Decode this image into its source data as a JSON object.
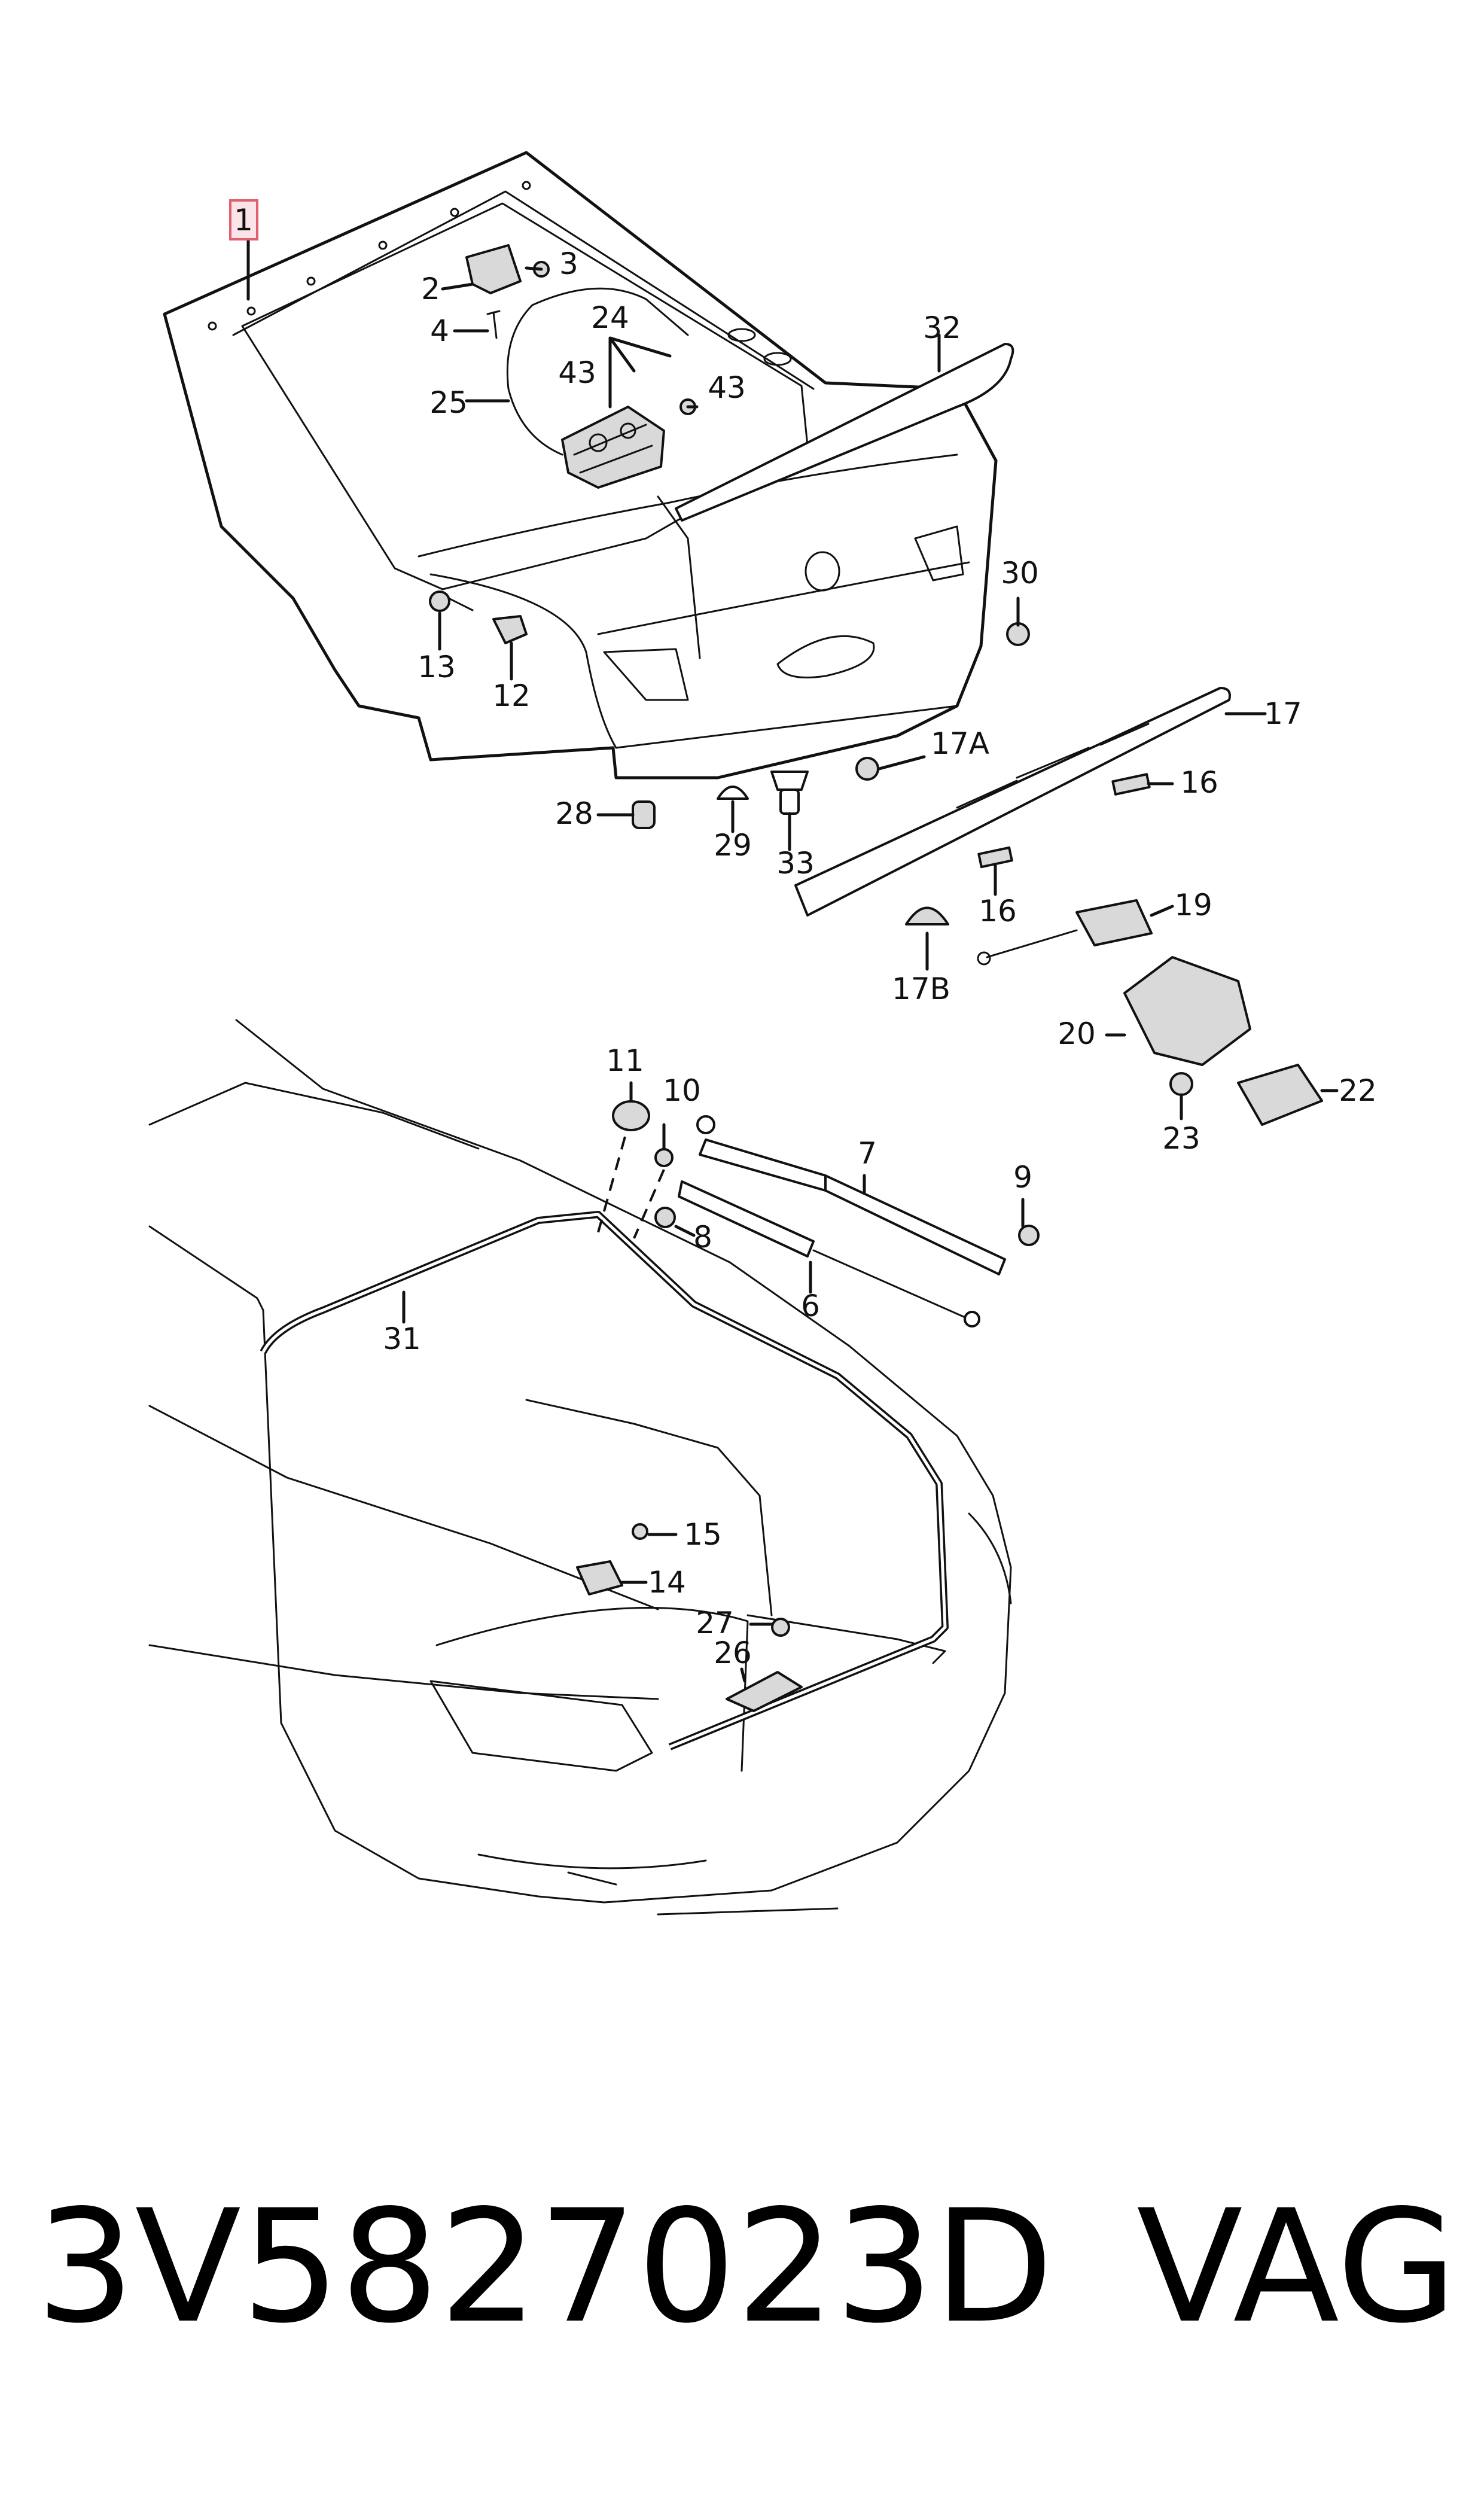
{
  "callouts": {
    "c1": "1",
    "c2": "2",
    "c3": "3",
    "c4": "4",
    "c24": "24",
    "c43a": "43",
    "c43b": "43",
    "c25": "25",
    "c32": "32",
    "c30": "30",
    "c13": "13",
    "c12": "12",
    "c17": "17",
    "c17a": "17A",
    "c16a": "16",
    "c16b": "16",
    "c28": "28",
    "c29": "29",
    "c33": "33",
    "c19": "19",
    "c17b": "17B",
    "c20": "20",
    "c22": "22",
    "c23": "23",
    "c11": "11",
    "c10": "10",
    "c7": "7",
    "c9": "9",
    "c8": "8",
    "c6": "6",
    "c31": "31",
    "c15": "15",
    "c14": "14",
    "c27": "27",
    "c26": "26"
  },
  "colors": {
    "line": "#111111",
    "highlight_box": "#e06070",
    "highlight_fill": "#fbe4e8",
    "background": "#ffffff"
  },
  "footer": {
    "part_number": "3V5827023D",
    "brand": "VAG"
  }
}
